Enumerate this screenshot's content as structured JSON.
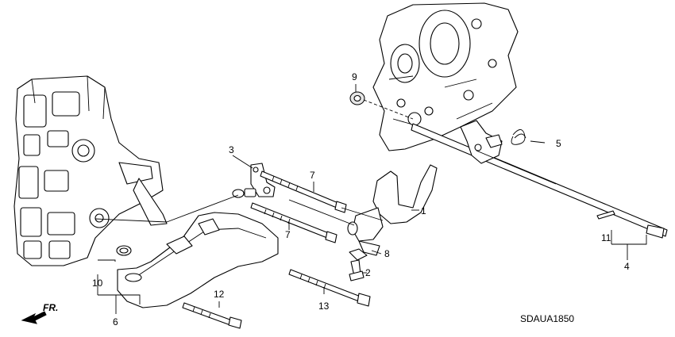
{
  "diagram_code": "SDAUA1850",
  "orientation": {
    "text": "FR.",
    "icon": "front-direction-arrow-icon"
  },
  "callouts": [
    {
      "id": "c1",
      "text": "1"
    },
    {
      "id": "c2",
      "text": "2"
    },
    {
      "id": "c3",
      "text": "3"
    },
    {
      "id": "c4",
      "text": "4"
    },
    {
      "id": "c5",
      "text": "5"
    },
    {
      "id": "c6",
      "text": "6"
    },
    {
      "id": "c7a",
      "text": "7"
    },
    {
      "id": "c7b",
      "text": "7"
    },
    {
      "id": "c8",
      "text": "8"
    },
    {
      "id": "c9",
      "text": "9"
    },
    {
      "id": "c10",
      "text": "10"
    },
    {
      "id": "c11",
      "text": "11"
    },
    {
      "id": "c12",
      "text": "12"
    },
    {
      "id": "c13",
      "text": "13"
    }
  ]
}
